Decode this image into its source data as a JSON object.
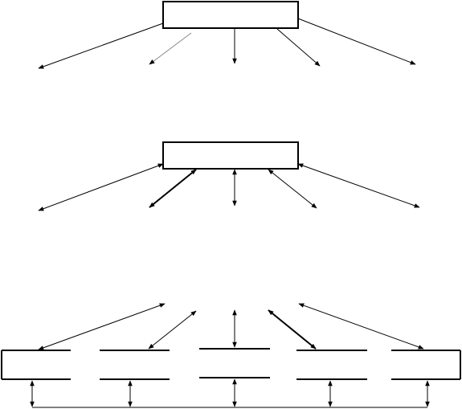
{
  "diagram": {
    "type": "communication-topology",
    "panels": [
      {
        "id": "top",
        "pattern": "one-to-many",
        "arrow_direction": "outward",
        "branches": 5
      },
      {
        "id": "middle",
        "pattern": "one-to-many",
        "arrow_direction": "bidirectional",
        "branches": 5
      },
      {
        "id": "bottom",
        "pattern": "many-to-many",
        "arrow_direction": "bidirectional",
        "nodes": 5,
        "shared_bus": true
      }
    ],
    "stroke_color": "#000000",
    "background": "#ffffff"
  }
}
